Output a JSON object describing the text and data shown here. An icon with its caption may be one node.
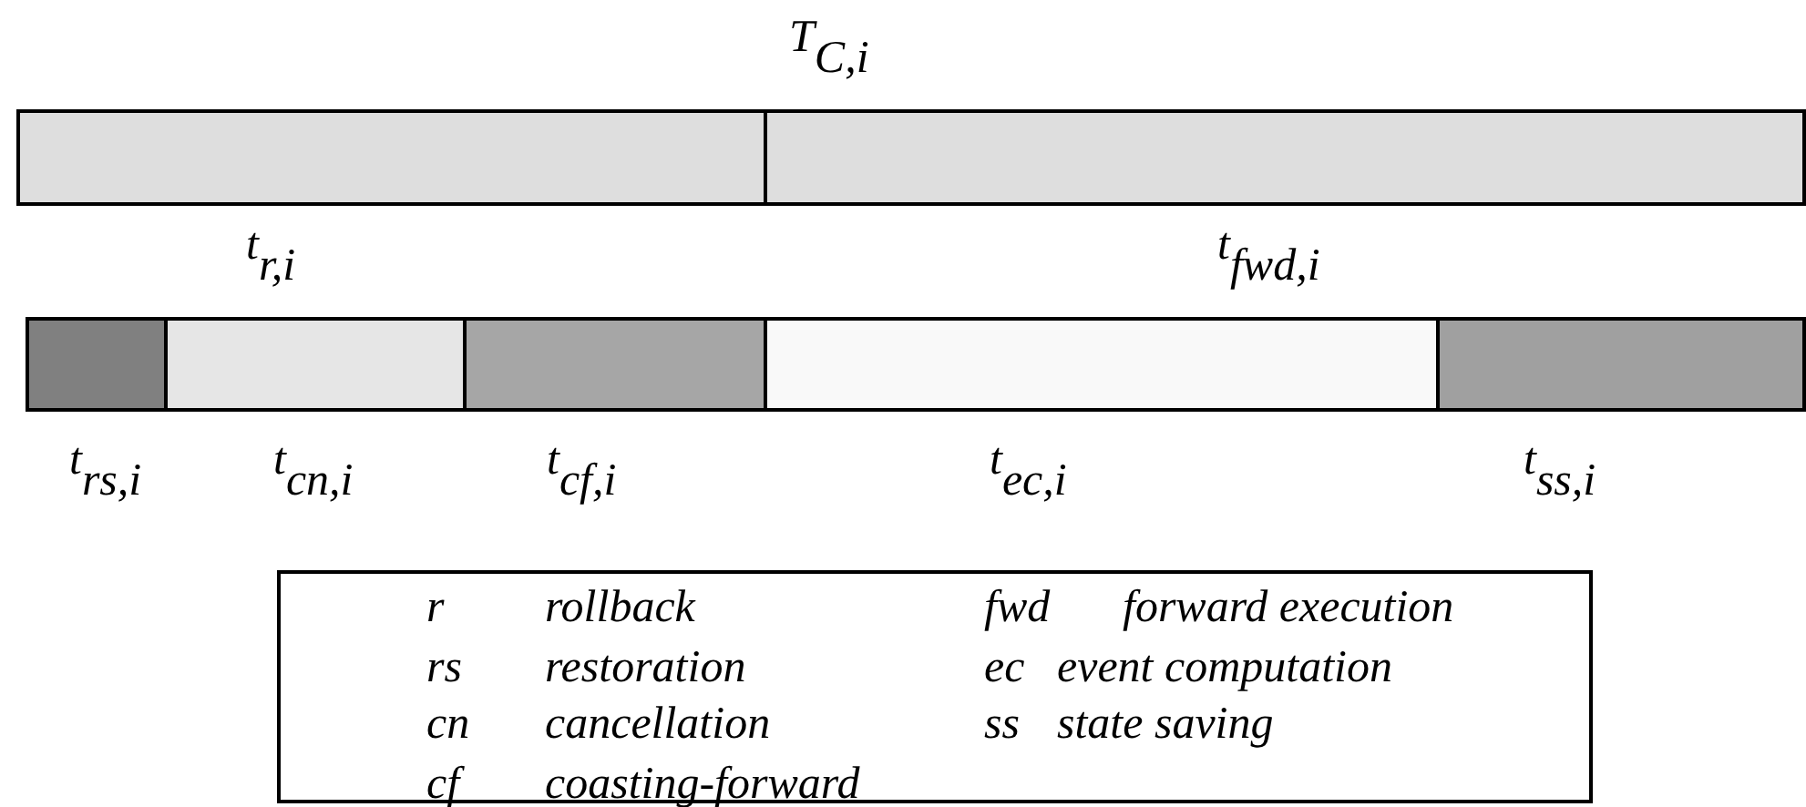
{
  "diagram": {
    "nodes": [
      {
        "text": [
          "t$_{r,i}$"
        ]
      },
      {
        "text": [
          "t$_{fwd,i}$"
        ]
      },
      {
        "text": [
          "t$_{rs,i}$"
        ]
      },
      {
        "text": [
          "t$_{cn,i}$"
        ]
      },
      {
        "text": [
          "t$_{cf,i}$"
        ]
      },
      {
        "text": [
          "t$_{ec,i}$"
        ]
      },
      {
        "text": [
          "t$_{ss,i}$"
        ]
      },
      {
        "text": [
          "r",
          "rollback",
          "fwd",
          "forward execution",
          "rs",
          "restoration",
          "ec",
          "event computation",
          "cn",
          "cancellation",
          "ss",
          "state saving",
          "cf",
          "coasting-forward"
        ]
      }
    ],
    "labels": [
      "T$_{C,i}$"
    ]
  }
}
